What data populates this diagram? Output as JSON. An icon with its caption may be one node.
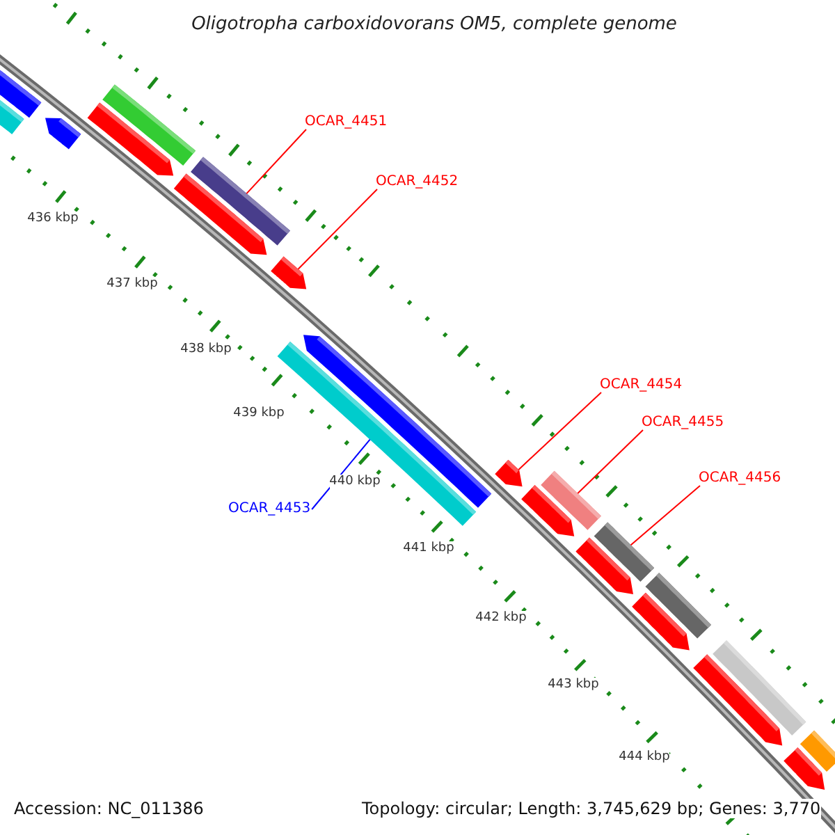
{
  "diagram": {
    "title": "Oligotropha carboxidovorans OM5, complete genome",
    "nodes": [
      {
        "text": [
          "OCAR_4451"
        ]
      },
      {
        "text": [
          "OCAR_4452"
        ]
      },
      {
        "text": [
          "OCAR_4454"
        ]
      },
      {
        "text": [
          "OCAR_4455"
        ]
      },
      {
        "text": [
          "OCAR_4456"
        ]
      },
      {
        "text": [
          "OCAR_4453"
        ]
      },
      {
        "text": [],
        "shape": "bar"
      },
      {
        "text": [],
        "shape": "bar"
      },
      {
        "text": [],
        "shape": "bar"
      },
      {
        "text": [],
        "shape": "bar"
      },
      {
        "text": [],
        "shape": "bar"
      },
      {
        "text": [],
        "shape": "bar"
      },
      {
        "text": [],
        "shape": "bar"
      },
      {
        "text": [],
        "shape": "bar"
      },
      {
        "text": [],
        "shape": "bar"
      },
      {
        "text": [],
        "shape": "bar"
      },
      {
        "text": [],
        "shape": "bar"
      },
      {
        "text": [],
        "shape": "bar"
      },
      {
        "text": [],
        "shape": "bar"
      },
      {
        "text": [],
        "shape": "bar"
      },
      {
        "text": [],
        "shape": "bar"
      },
      {
        "text": [],
        "shape": "bar"
      },
      {
        "text": [],
        "shape": "bar"
      },
      {
        "text": [],
        "shape": "bar"
      },
      {
        "text": [],
        "shape": "bar"
      },
      {
        "text": [],
        "shape": "bar"
      },
      {
        "text": [],
        "shape": "bar"
      }
    ],
    "edges": [
      {
        "from": 0,
        "to": 12,
        "arrow": "none"
      },
      {
        "from": 1,
        "to": 13,
        "arrow": "none"
      },
      {
        "from": 2,
        "to": 16,
        "arrow": "none"
      },
      {
        "from": 3,
        "to": 18,
        "arrow": "none"
      },
      {
        "from": 4,
        "to": 20,
        "arrow": "none"
      },
      {
        "from": 5,
        "to": 14,
        "arrow": "none",
        "color": "#0000ff"
      }
    ],
    "labels": [
      "436 kbp",
      "437 kbp",
      "438 kbp",
      "439 kbp",
      "440 kbp",
      "441 kbp",
      "442 kbp",
      "443 kbp",
      "444 kbp",
      "Accession: NC_011386",
      "Topology: circular; Length: 3,745,629 bp; Genes: 3,770"
    ]
  }
}
